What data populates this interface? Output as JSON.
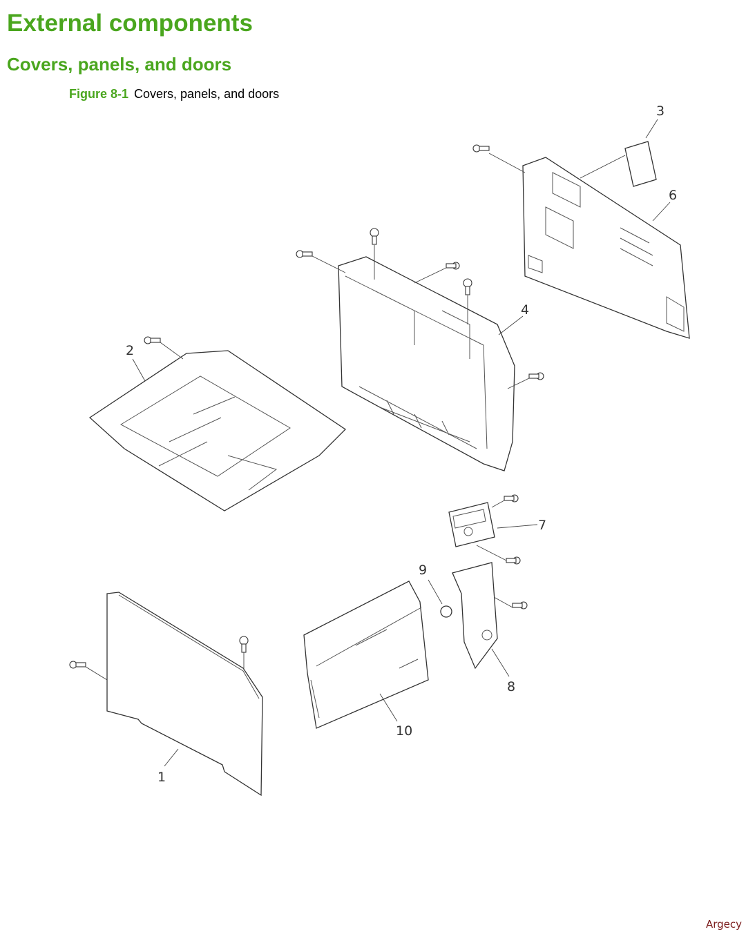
{
  "heading": "External components",
  "subheading": "Covers, panels, and doors",
  "figure": {
    "number": "Figure 8-1",
    "caption": "Covers, panels, and doors"
  },
  "callouts": {
    "c1": "1",
    "c2": "2",
    "c3": "3",
    "c4": "4",
    "c6": "6",
    "c7": "7",
    "c8": "8",
    "c9": "9",
    "c10": "10"
  },
  "watermark": "Argecy",
  "colors": {
    "heading": "#4aa61e",
    "watermark": "#7a1a1a"
  }
}
